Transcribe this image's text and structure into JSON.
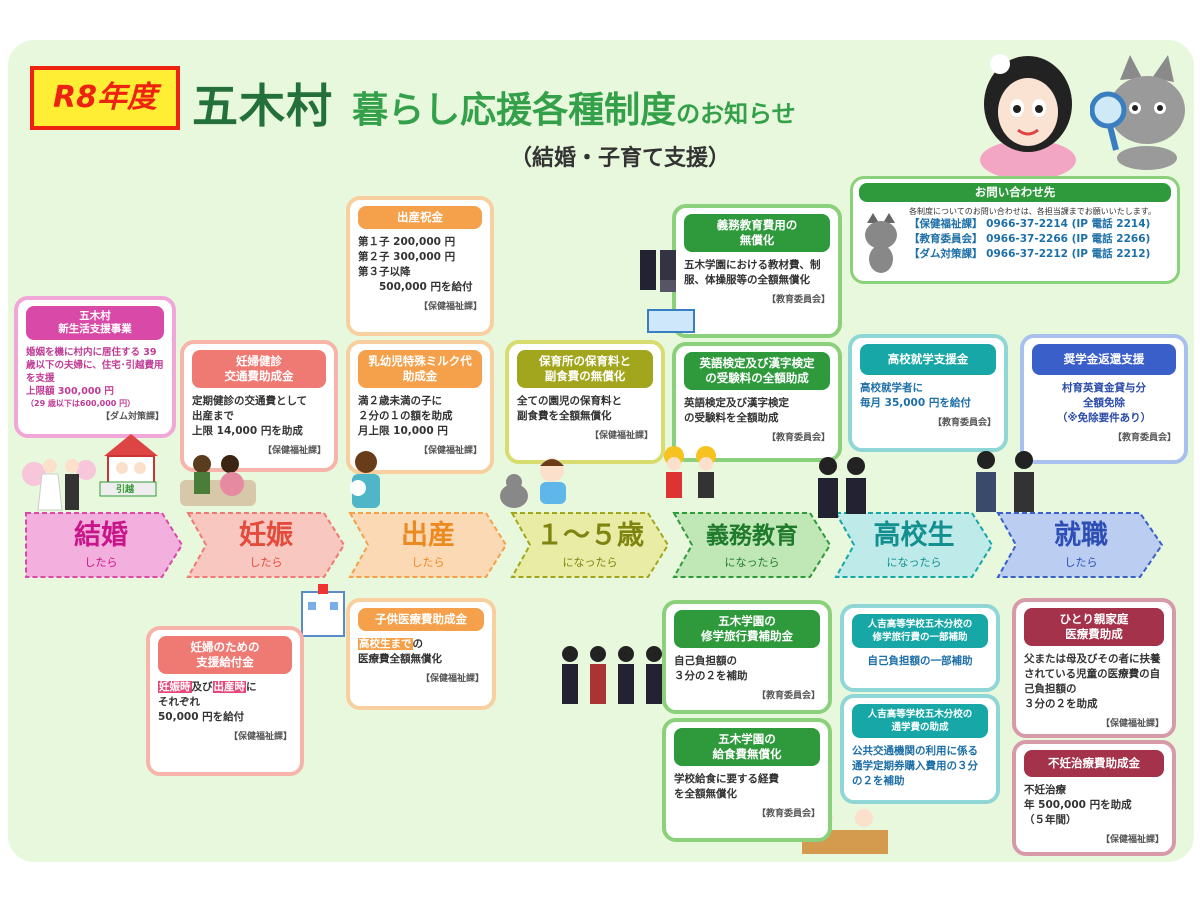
{
  "title": {
    "badge": "R8年度",
    "village": "五木村",
    "main": "暮らし応援各種制度",
    "suffix": "のお知らせ",
    "subtitle": "（結婚・子育て支援）"
  },
  "colors": {
    "pink": "#e653a8",
    "salmon": "#ef7a74",
    "orange": "#f5a04a",
    "olive": "#a2a61c",
    "green": "#2f9a3c",
    "teal": "#17a7a7",
    "blue": "#4a7bd8",
    "maroon": "#a3324a"
  },
  "contact": {
    "header": "お問い合わせ先",
    "note": "各制度についてのお問い合わせは、各担当課までお願いいたします。",
    "lines": [
      "【保健福祉課】 0966-37-2214 (IP 電話 2214)",
      "【教育委員会】 0966-37-2266 (IP 電話 2266)",
      "【ダム対策課】 0966-37-2212 (IP 電話 2212)"
    ]
  },
  "stages": [
    {
      "label": "結婚",
      "sub": "したら"
    },
    {
      "label": "妊娠",
      "sub": "したら"
    },
    {
      "label": "出産",
      "sub": "したら"
    },
    {
      "label": "１～５歳",
      "sub": "になったら"
    },
    {
      "label": "義務教育",
      "sub": "になったら"
    },
    {
      "label": "高校生",
      "sub": "になったら"
    },
    {
      "label": "就職",
      "sub": "したら"
    }
  ],
  "cards": {
    "marriage": {
      "header": "五木村\n新生活支援事業",
      "body": "婚姻を機に村内に居住する 39 歳以下の夫婦に、住宅･引越費用を支援\n上限額 300,000 円",
      "note": "（29 歳以下は600,000 円）",
      "dept": "【ダム対策課】"
    },
    "pregnancy_exam": {
      "header": "妊婦健診\n交通費助成金",
      "body": "定期健診の交通費として\n出産まで\n上限 14,000 円を助成",
      "dept": "【保健福祉課】"
    },
    "birth_gift": {
      "header": "出産祝金",
      "body": "第１子 200,000 円\n第２子 300,000 円\n第３子以降\n　　500,000 円を給付",
      "dept": "【保健福祉課】"
    },
    "milk": {
      "header": "乳幼児特殊ミルク代\n助成金",
      "body": "満２歳未満の子に\n２分の１の額を助成\n月上限 10,000 円",
      "dept": "【保健福祉課】"
    },
    "nursery": {
      "header": "保育所の保育料と\n副食費の無償化",
      "body": "全ての園児の保育料と\n副食費を全額無償化",
      "dept": "【保健福祉課】"
    },
    "compulsory": {
      "header": "義務教育費用の\n無償化",
      "body": "五木学園における教材費、制服、体操服等の全額無償化",
      "dept": "【教育委員会】"
    },
    "english": {
      "header": "英語検定及び漢字検定\nの受験料の全額助成",
      "body": "英語検定及び漢字検定\nの受験料を全額助成",
      "dept": "【教育委員会】"
    },
    "hs_support": {
      "header": "高校就学支援金",
      "body": "高校就学者に\n毎月 35,000 円を給付",
      "dept": "【教育委員会】"
    },
    "scholarship": {
      "header": "奨学金返還支援",
      "body": "村育英資金貸与分\n全額免除\n（※免除要件あり）",
      "dept": "【教育委員会】"
    },
    "pregnant_benefit": {
      "header": "妊婦のための\n支援給付金",
      "hl1": "妊娠時",
      "mid": "及び",
      "hl2": "出産時",
      "tail": "に\nそれぞれ\n50,000 円を給付",
      "dept": "【保健福祉課】"
    },
    "child_medical": {
      "header": "子供医療費助成金",
      "hl": "高校生まで",
      "tail": "の\n医療費全額無償化",
      "dept": "【保健福祉課】"
    },
    "school_trip": {
      "header": "五木学園の\n修学旅行費補助金",
      "body": "自己負担額の\n３分の２を補助",
      "dept": "【教育委員会】"
    },
    "school_lunch": {
      "header": "五木学園の\n給食費無償化",
      "body": "学校給食に要する経費\nを全額無償化",
      "dept": "【教育委員会】"
    },
    "hs_trip": {
      "header": "人吉高等学校五木分校の\n修学旅行費の一部補助",
      "body": "自己負担額の一部補助"
    },
    "hs_commute": {
      "header": "人吉高等学校五木分校の\n通学費の助成",
      "body": "公共交通機関の利用に係る通学定期券購入費用の３分の２を補助"
    },
    "single_parent": {
      "header": "ひとり親家庭\n医療費助成",
      "body": "父または母及びその者に扶養されている児童の医療費の自己負担額の\n３分の２を助成",
      "dept": "【保健福祉課】"
    },
    "infertility": {
      "header": "不妊治療費助成金",
      "body": "不妊治療\n年 500,000 円を助成\n（５年間）",
      "dept": "【保健福祉課】"
    }
  },
  "truck_label": "引越"
}
